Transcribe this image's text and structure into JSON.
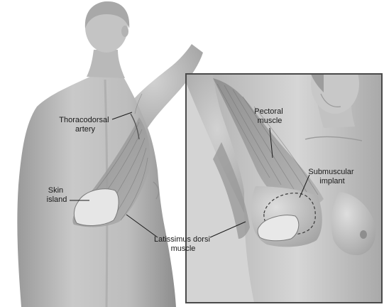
{
  "labels": {
    "thoracodorsal_artery": [
      "Thoracodorsal",
      "artery"
    ],
    "skin_island": [
      "Skin",
      "island"
    ],
    "latissimus_dorsi": [
      "Latissimus dorsi",
      "muscle"
    ],
    "pectoral_muscle": [
      "Pectoral",
      "muscle"
    ],
    "submuscular_implant": [
      "Submuscular",
      "implant"
    ]
  },
  "colors": {
    "background": "#ffffff",
    "skin_light": "#d9d9d9",
    "skin_mid": "#bdbdbd",
    "skin_dark": "#8f8f8f",
    "muscle": "#9c9c9c",
    "inset_border": "#4a4a4a",
    "text": "#1a1a1a"
  }
}
